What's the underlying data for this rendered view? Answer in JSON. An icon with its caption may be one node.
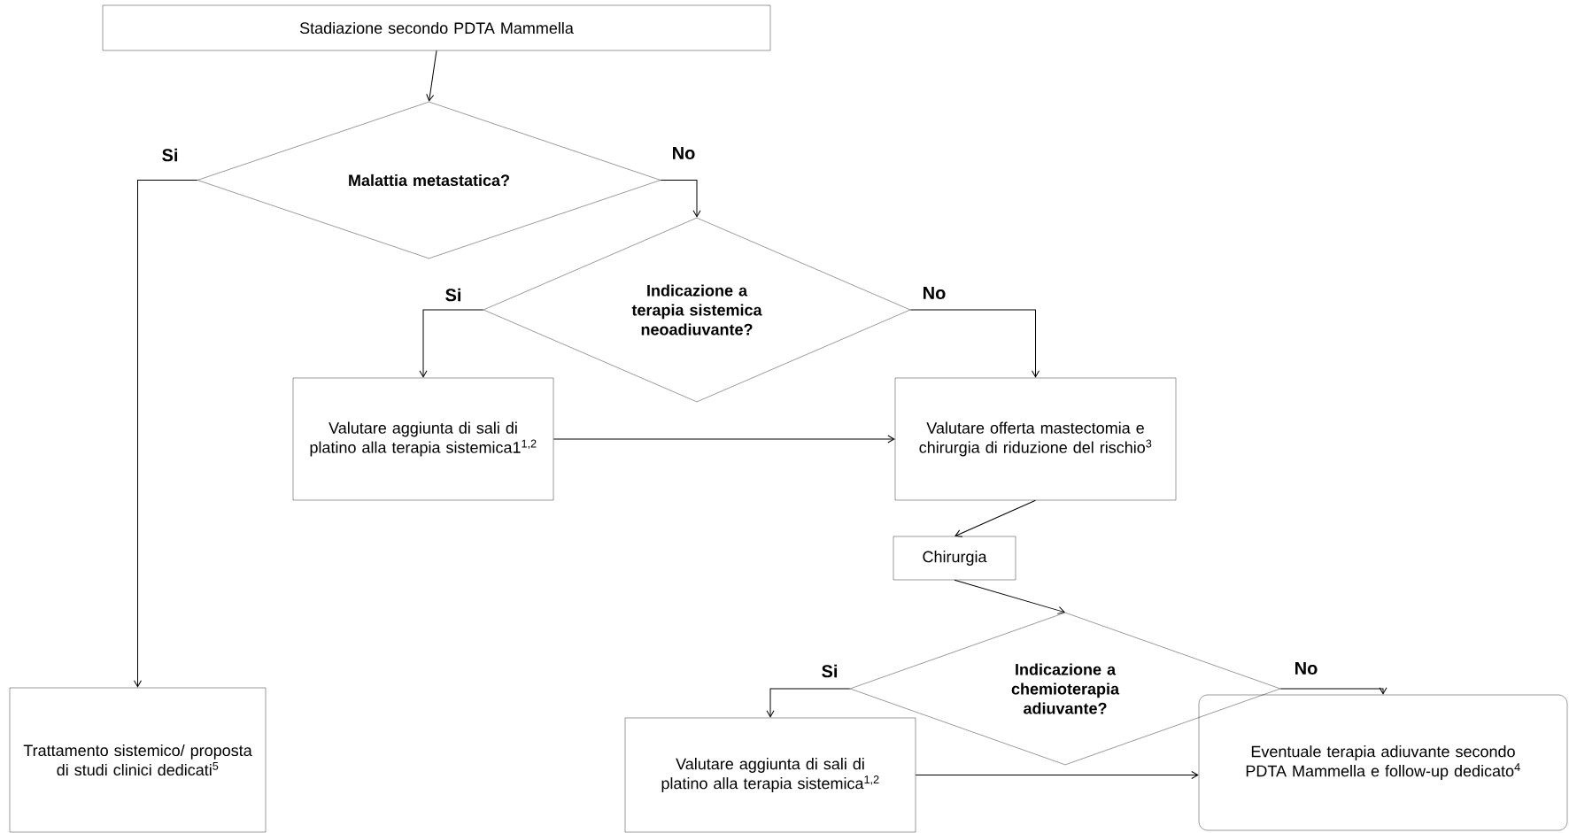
{
  "diagram": {
    "nodes": [
      {
        "text": [
          "Stadiazione secondo PDTA Mammella"
        ]
      },
      {
        "text": [
          "Malattia metastatica?"
        ]
      },
      {
        "text": [
          "Indicazione a terapia sistemica neoadiuvante?"
        ]
      },
      {
        "text": [
          "Valutare aggiunta di sali di platino alla terapia sistemica1$^{1,2}$"
        ]
      },
      {
        "text": [
          "Valutare offerta mastectomia e chirurgia di riduzione del rischio$^{3}$"
        ]
      },
      {
        "text": [
          "Chirurgia"
        ]
      },
      {
        "text": [
          "Indicazione a chemioterapia adiuvante?"
        ]
      },
      {
        "text": [
          "Valutare aggiunta di sali di platino alla terapia sistemica$^{1,2}$"
        ]
      },
      {
        "text": [
          "Eventuale terapia adiuvante secondo PDTA Mammella e follow-up dedicato$^{4}$"
        ]
      },
      {
        "text": [
          "Trattamento sistemico/ proposta di studi clinici dedicati$^{5}$"
        ]
      }
    ],
    "edges": [
      {
        "from": 0,
        "to": 1,
        "arrow": "to"
      },
      {
        "from": 1,
        "to": 9,
        "arrow": "to",
        "label": "Si"
      },
      {
        "from": 1,
        "to": 2,
        "arrow": "to",
        "label": "No"
      },
      {
        "from": 2,
        "to": 3,
        "arrow": "to",
        "label": "Si"
      },
      {
        "from": 2,
        "to": 4,
        "arrow": "to",
        "label": "No"
      },
      {
        "from": 3,
        "to": 4,
        "arrow": "to"
      },
      {
        "from": 4,
        "to": 5,
        "arrow": "to"
      },
      {
        "from": 5,
        "to": 6,
        "arrow": "to"
      },
      {
        "from": 6,
        "to": 7,
        "arrow": "to",
        "label": "Si"
      },
      {
        "from": 6,
        "to": 8,
        "arrow": "to",
        "label": "No"
      },
      {
        "from": 7,
        "to": 8,
        "arrow": "to"
      }
    ]
  }
}
